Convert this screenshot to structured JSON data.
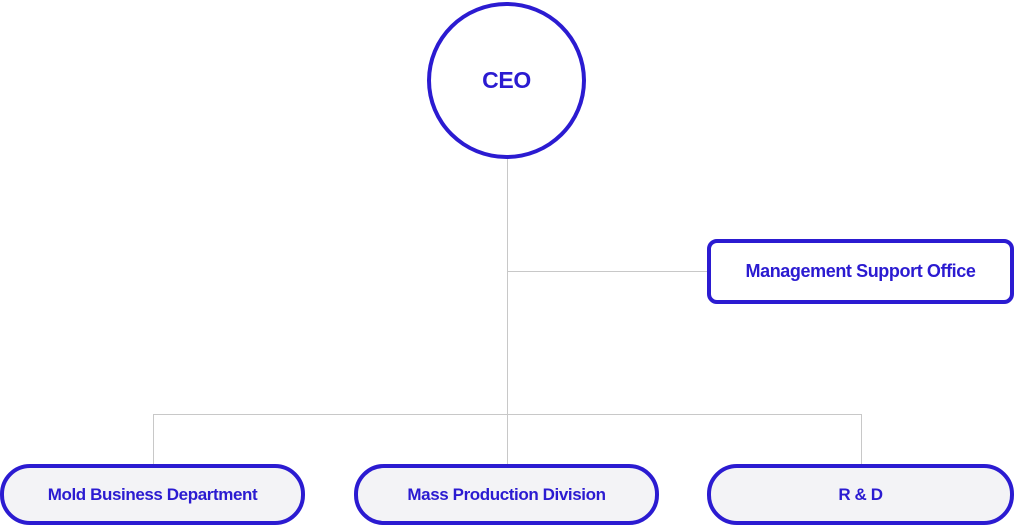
{
  "org_chart": {
    "root": {
      "label": "CEO"
    },
    "staff": {
      "label": "Management Support Office"
    },
    "departments": [
      {
        "label": "Mold Business Department"
      },
      {
        "label": "Mass Production Division"
      },
      {
        "label": "R & D"
      }
    ]
  },
  "colors": {
    "accent": "#2b1bd1",
    "connector": "#c8c8c8",
    "department_fill": "#f3f3f6",
    "background": "#ffffff"
  }
}
